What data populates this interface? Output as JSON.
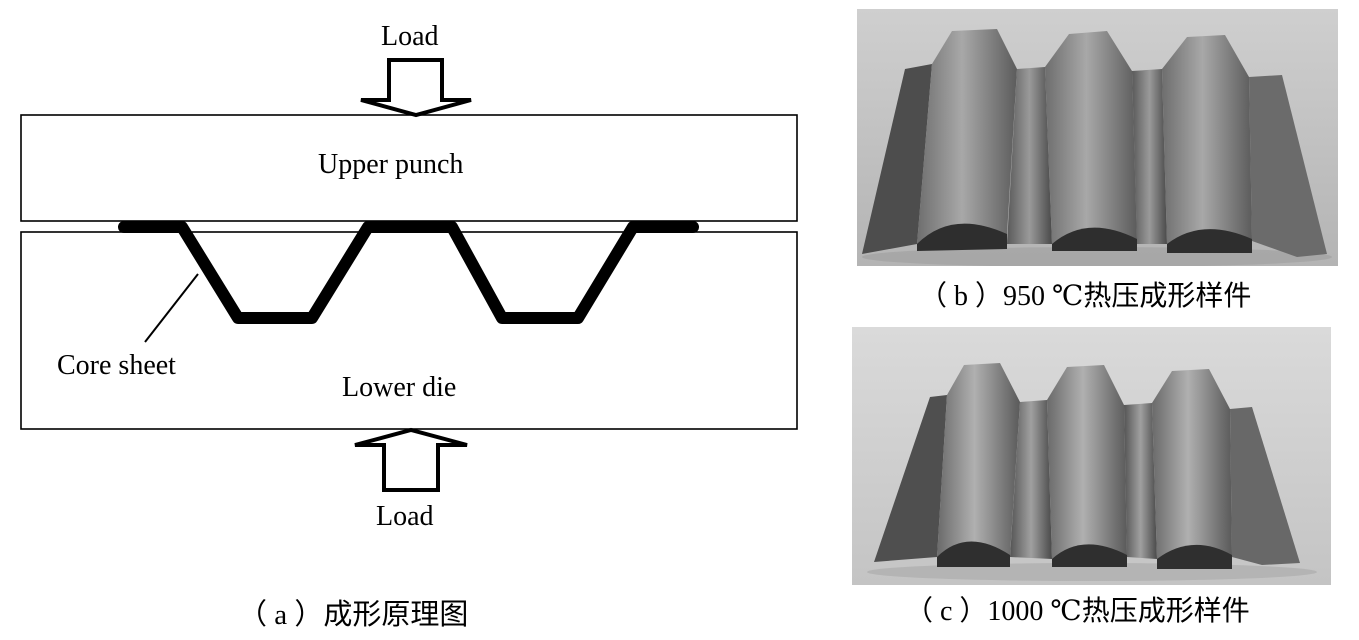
{
  "schematic": {
    "load_top": "Load",
    "load_bottom": "Load",
    "upper_punch": "Upper punch",
    "lower_die": "Lower die",
    "core_sheet": "Core sheet",
    "caption": "（ a ）成形原理图"
  },
  "photos": [
    {
      "caption": "（ b ）950 ℃热压成形样件"
    },
    {
      "caption": "（ c ）1000 ℃热压成形样件"
    }
  ],
  "colors": {
    "line": "#000000",
    "photo_bg": "#b9b9b9",
    "metal_light": "#8d8d8d",
    "metal_dark": "#3a3a3a"
  }
}
